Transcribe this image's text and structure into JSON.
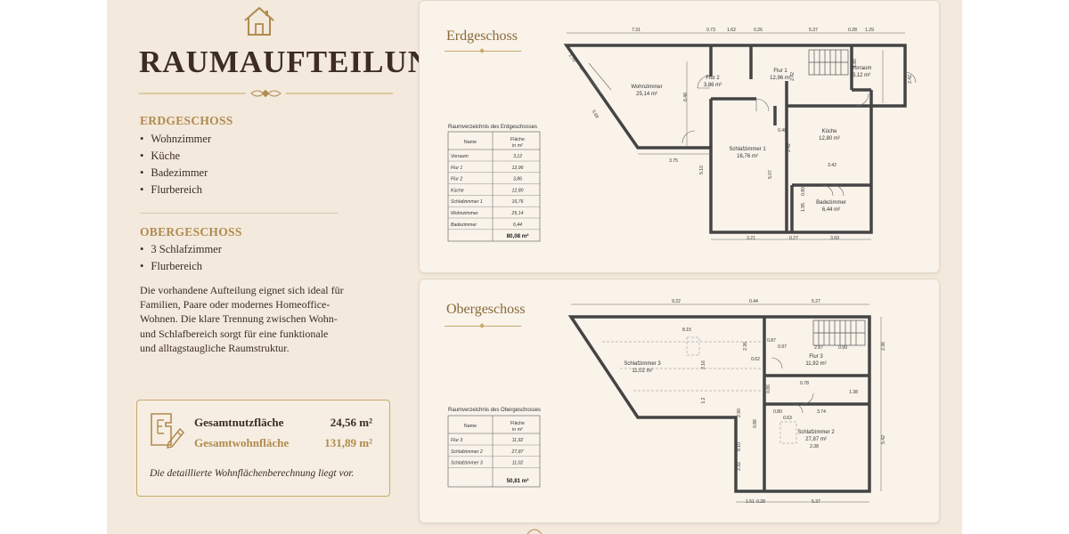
{
  "title": "RAUMAUFTEILUNG",
  "sections": [
    {
      "heading": "ERDGESCHOSS",
      "items": [
        "Wohnzimmer",
        "Küche",
        "Badezimmer",
        "Flurbereich"
      ]
    },
    {
      "heading": "OBERGESCHOSS",
      "items": [
        "3 Schlafzimmer",
        "Flurbereich"
      ]
    }
  ],
  "description": "Die vorhandene Aufteilung eignet sich ideal für Familien, Paare oder modernes Homeoffice-Wohnen. Die klare Trennung zwischen Wohn- und Schlafbereich sorgt für eine funktionale und alltagstaugliche Raumstruktur.",
  "summary": {
    "nutz_label": "Gesamtnutzfläche",
    "nutz_value": "24,56 m²",
    "wohn_label": "Gesamtwohnfläche",
    "wohn_value": "131,89 m²",
    "note": "Die detaillierte Wohnflächenberechnung liegt vor."
  },
  "colors": {
    "accent_gold": "#b08a4f",
    "text_dark": "#3c2c22",
    "background": "#f3e9dc"
  },
  "icons": [
    "house-icon",
    "floorplan-pencil-icon"
  ],
  "ground": {
    "title": "Erdgeschoss",
    "table_title": "Raumverzeichnis des Erdgeschosses",
    "col_name": "Name",
    "col_area_1": "Fläche",
    "col_area_2": "in m²",
    "rows": [
      {
        "name": "Vorraum",
        "area": "3,12"
      },
      {
        "name": "Flur 1",
        "area": "12,96"
      },
      {
        "name": "Flur 2",
        "area": "3,86"
      },
      {
        "name": "Küche",
        "area": "12,80"
      },
      {
        "name": "Schlafzimmer 1",
        "area": "16,76"
      },
      {
        "name": "Wohnzimmer",
        "area": "25,14"
      },
      {
        "name": "Badezimmer",
        "area": "6,44"
      }
    ],
    "total": "80,08 m²",
    "rooms": [
      {
        "name": "Wohnzimmer",
        "area": "25,14 m²"
      },
      {
        "name": "Flur 2",
        "area": "3,86 m²"
      },
      {
        "name": "Flur 1",
        "area": "12,96 m²"
      },
      {
        "name": "Vorraum",
        "area": "3,12 m²"
      },
      {
        "name": "Schlafzimmer 1",
        "area": "16,76 m²"
      },
      {
        "name": "Küche",
        "area": "12,80 m²"
      },
      {
        "name": "Badezimmer",
        "area": "6,44 m²"
      }
    ],
    "dims": [
      "7.31",
      "0.73",
      "1.62",
      "0.26",
      "5.37",
      "0.28",
      "1.29",
      "1.70",
      "5.68",
      "6.48",
      "3.75",
      "5.10",
      "5.07",
      "2.42",
      "0.40",
      "3.42",
      "1.95",
      "0.80",
      "3.21",
      "0.27",
      "3.69",
      "1.80",
      "2.42",
      "2.42"
    ]
  },
  "upper": {
    "title": "Obergeschoss",
    "table_title": "Raumverzeichnis des Obergeschosses",
    "col_name": "Name",
    "col_area_1": "Fläche",
    "col_area_2": "in m²",
    "rows": [
      {
        "name": "Flur 3",
        "area": "11,92"
      },
      {
        "name": "Schlafzimmer 2",
        "area": "27,87"
      },
      {
        "name": "Schlafzimmer 3",
        "area": "11,02"
      }
    ],
    "total": "50,81 m²",
    "rooms": [
      {
        "name": "Schlafzimmer 3",
        "area": "11,02 m²"
      },
      {
        "name": "Flur 3",
        "area": "11,92 m²"
      },
      {
        "name": "Schlafzimmer 2",
        "area": "27,87 m²"
      }
    ],
    "dims": [
      "9.22",
      "0.44",
      "5.27",
      "8.15",
      "2.36",
      "0.87",
      "0.97",
      "2.87",
      "0.99",
      "2.36",
      "0.62",
      "2.16",
      "1.38",
      "0.78",
      "3.74",
      "1.2",
      "2.90",
      "0.86",
      "0.80",
      "0.63",
      "2.32",
      "0.86",
      "2.38",
      "5.42",
      "8.10",
      "1.51",
      "0.28",
      "5.37"
    ]
  }
}
